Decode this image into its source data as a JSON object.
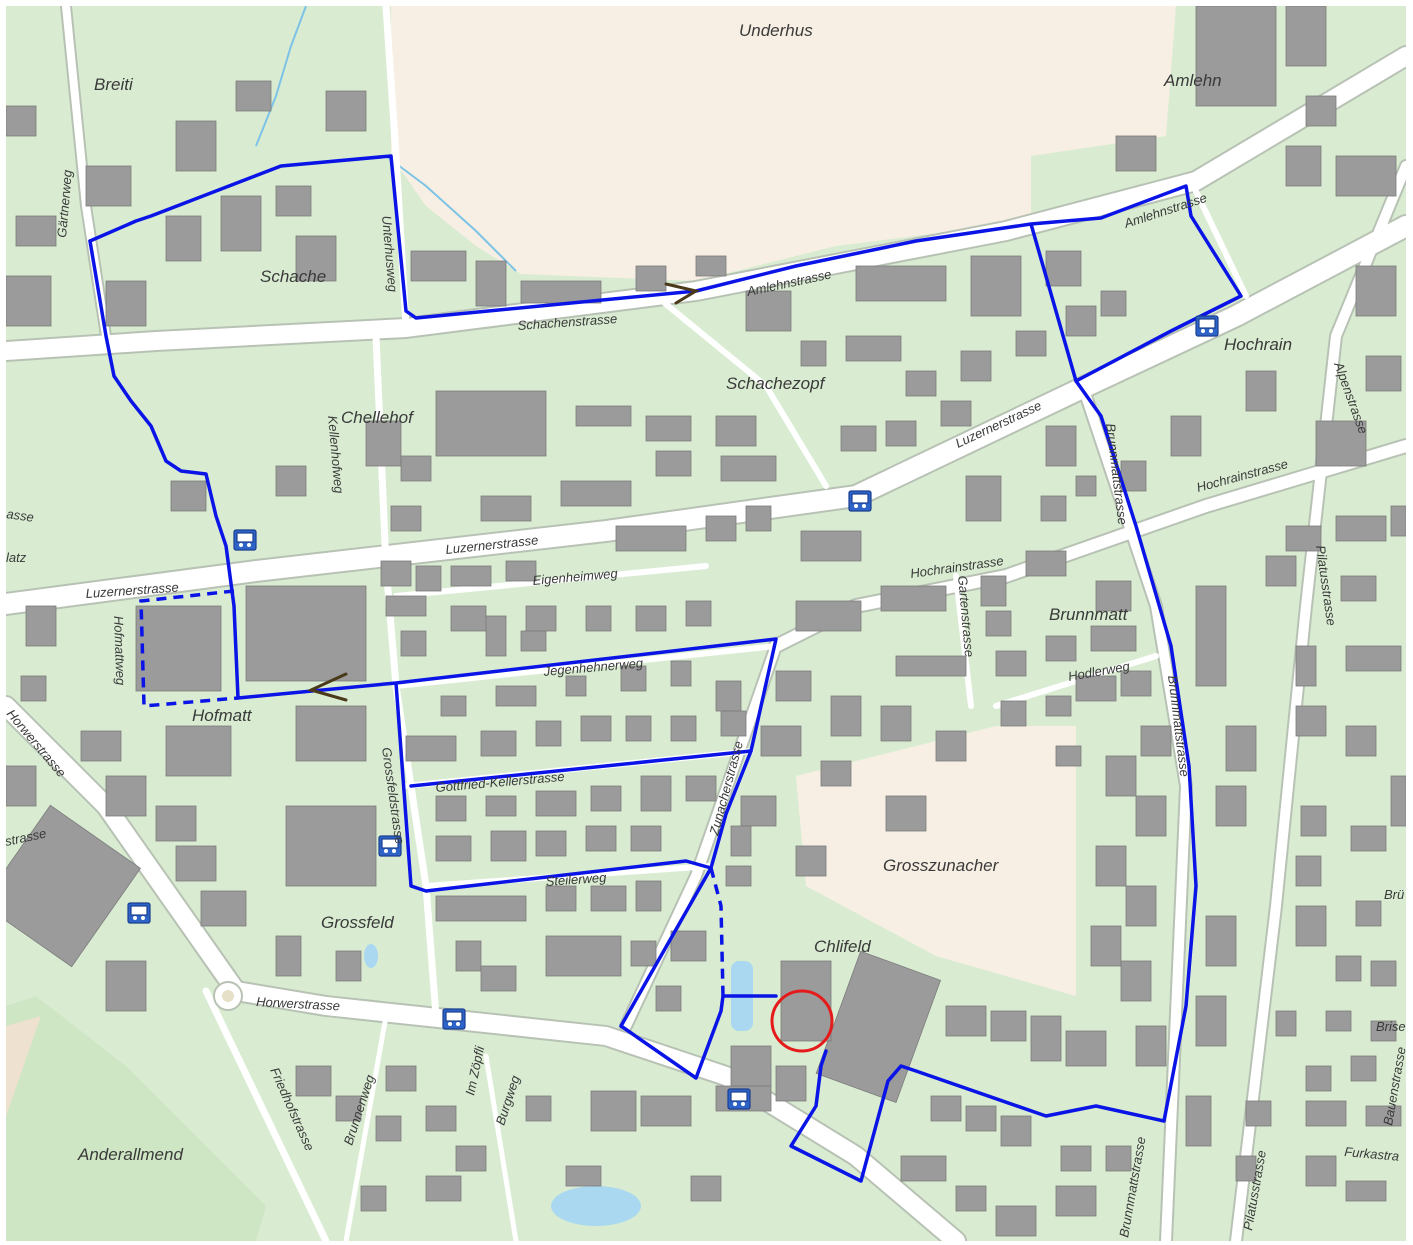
{
  "map": {
    "colors": {
      "background": "#d9ecd2",
      "field": "#f7efe3",
      "road": "#ffffff",
      "building": "#9b9b9b",
      "route": "#0a14e6",
      "marker": "#e51b1b",
      "water": "#a9d8f0",
      "direction_arrow": "#4a3a1a"
    },
    "icons": {
      "bus_stop": "bus-stop-icon",
      "target": "target-circle-icon",
      "arrow": "direction-arrow-icon"
    },
    "places": {
      "underhus": "Underhus",
      "breiti": "Breiti",
      "schache": "Schache",
      "amlehn": "Amlehn",
      "hochrain": "Hochrain",
      "schachezopf": "Schachezopf",
      "chellehof": "Chellehof",
      "brunnmatt": "Brunnmatt",
      "hofmatt": "Hofmatt",
      "grosszunacher": "Grosszunacher",
      "chlifeld": "Chlifeld",
      "grossfeld": "Grossfeld",
      "anderallmend": "Anderallmend"
    },
    "streets": {
      "gaertnerweg": "Gärtnerweg",
      "unterhusweg": "Unterhusweg",
      "schachenstrasse": "Schachenstrasse",
      "amlehnstrasse": "Amlehnstrasse",
      "amlehnstrasse_2": "Amlehnstrasse",
      "luzernerstrasse_1": "Luzernerstrasse",
      "luzernerstrasse_2": "Luzernerstrasse",
      "luzernerstrasse_3": "Luzernerstrasse",
      "kellenhofweg": "Kellenhofweg",
      "eigenheimweg": "Eigenheimweg",
      "jegenhehnerweg": "Jegenhehnerweg",
      "gottfried_keller": "Gottfried-Kellerstrasse",
      "grossfeldstrasse": "Grossfeldstrasse",
      "zunacherstrasse": "Zunacherstrasse",
      "steilerweg": "Steilerweg",
      "hofmattweg": "Hofmattweg",
      "horwerstrasse_1": "Horwerstrasse",
      "horwerstrasse_2": "Horwerstrasse",
      "strasse_fragment": "strasse",
      "hochrainstrasse_1": "Hochrainstrasse",
      "hochrainstrasse_2": "Hochrainstrasse",
      "gartenstrasse": "Gartenstrasse",
      "hodlerweg": "Hodlerweg",
      "brunnmattstrasse_1": "Brunnmattstrasse",
      "brunnmattstrasse_2": "Brunnmattstrasse",
      "brunnmattstrasse_3": "Brunnmattstrasse",
      "alpenstrasse": "Alpenstrasse",
      "pilatusstrasse_1": "Pilatusstrasse",
      "pilatusstrasse_2": "Pilatusstrasse",
      "brunnenweg": "Brunnenweg",
      "im_zoepfli": "Im Zöpfli",
      "burgweg": "Burgweg",
      "friedhofstrasse": "Friedhofstrasse",
      "bauenstrasse": "Bauenstrasse",
      "furkastrasse": "Furkastra",
      "brisen": "Brise",
      "bru": "Brü",
      "asse": "asse",
      "latz": "latz"
    }
  }
}
